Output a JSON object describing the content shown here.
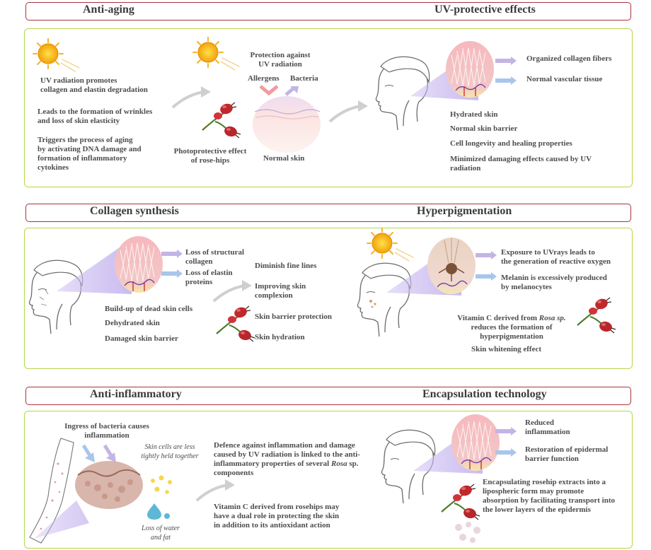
{
  "sections": {
    "anti_aging": {
      "title": "Anti-aging",
      "line1": "UV radiation promotes\ncollagen and elastin degradation",
      "line2": "Leads to the formation of wrinkles\nand loss of skin elasticity",
      "line3": "Triggers the process of aging\nby activating DNA damage and\nformation of inflammatory\ncytokines",
      "rosehip_label": "Photoprotective effect\nof rose-hips",
      "protection_label": "Protection against\nUV radiation",
      "allergens": "Allergens",
      "bacteria": "Bacteria",
      "normal_skin": "Normal skin"
    },
    "uv_protective": {
      "title": "UV-protective effects",
      "arrow1": "Organized collagen fibers",
      "arrow2": "Normal vascular tissue",
      "b1": "Hydrated skin",
      "b2": "Normal skin barrier",
      "b3": "Cell longevity and healing properties",
      "b4": "Minimized damaging effects caused by UV\nradiation"
    },
    "collagen": {
      "title": "Collagen synthesis",
      "arrow1": "Loss of structural\ncollagen",
      "arrow2": "Loss of elastin\nproteins",
      "p1": "Build-up of dead skin cells",
      "p2": "Dehydrated skin",
      "p3": "Damaged skin barrier",
      "r1": "Diminish fine lines",
      "r2": "Improving skin\ncomplexion",
      "r3": "Skin barrier protection",
      "r4": "Skin hydration"
    },
    "hyperpigmentation": {
      "title": "Hyperpigmentation",
      "arrow1": "Exposure to UVrays leads to\nthe generation of reactive oxygen",
      "arrow2": "Melanin is excessively produced\nby melanocytes",
      "vitc_prefix": "Vitamin C derived from ",
      "vitc_species": "Rosa sp.",
      "vitc_rest": "reduces the formation of\nhyperpigmentation",
      "whitening": "Skin whitening effect"
    },
    "anti_inflammatory": {
      "title": "Anti-inflammatory",
      "ingress": "Ingress of bacteria causes\ninflammation",
      "cells_less": "Skin cells are less\ntightly held together",
      "loss_water": "Loss of water\nand fat",
      "defence_a": "Defence against inflammation and damage\ncaused by UV radiation is linked to the anti-\ninflammatory properties of several ",
      "defence_species": "Rosa",
      "defence_b": " sp.\ncomponents",
      "vitc_dual": "Vitamin C derived from rosehips may\nhave a dual role in protecting the skin\nin addition to its antioxidant action"
    },
    "encapsulation": {
      "title": "Encapsulation technology",
      "arrow1": "Reduced\ninflammation",
      "arrow2": "Restoration of epidermal\nbarrier function",
      "text": "Encapsulating rosehip extracts into a\nlipospheric form may promote\nabsorption by facilitating transport into\nthe lower layers of the epidermis"
    }
  },
  "colors": {
    "header_border": "#a8323e",
    "box_border": "#b5d64a",
    "arrow_blue": "#a9c6ea",
    "arrow_purple": "#c3b4e6",
    "rosehip_red": "#c0282d",
    "sun": "#f2a20c"
  }
}
